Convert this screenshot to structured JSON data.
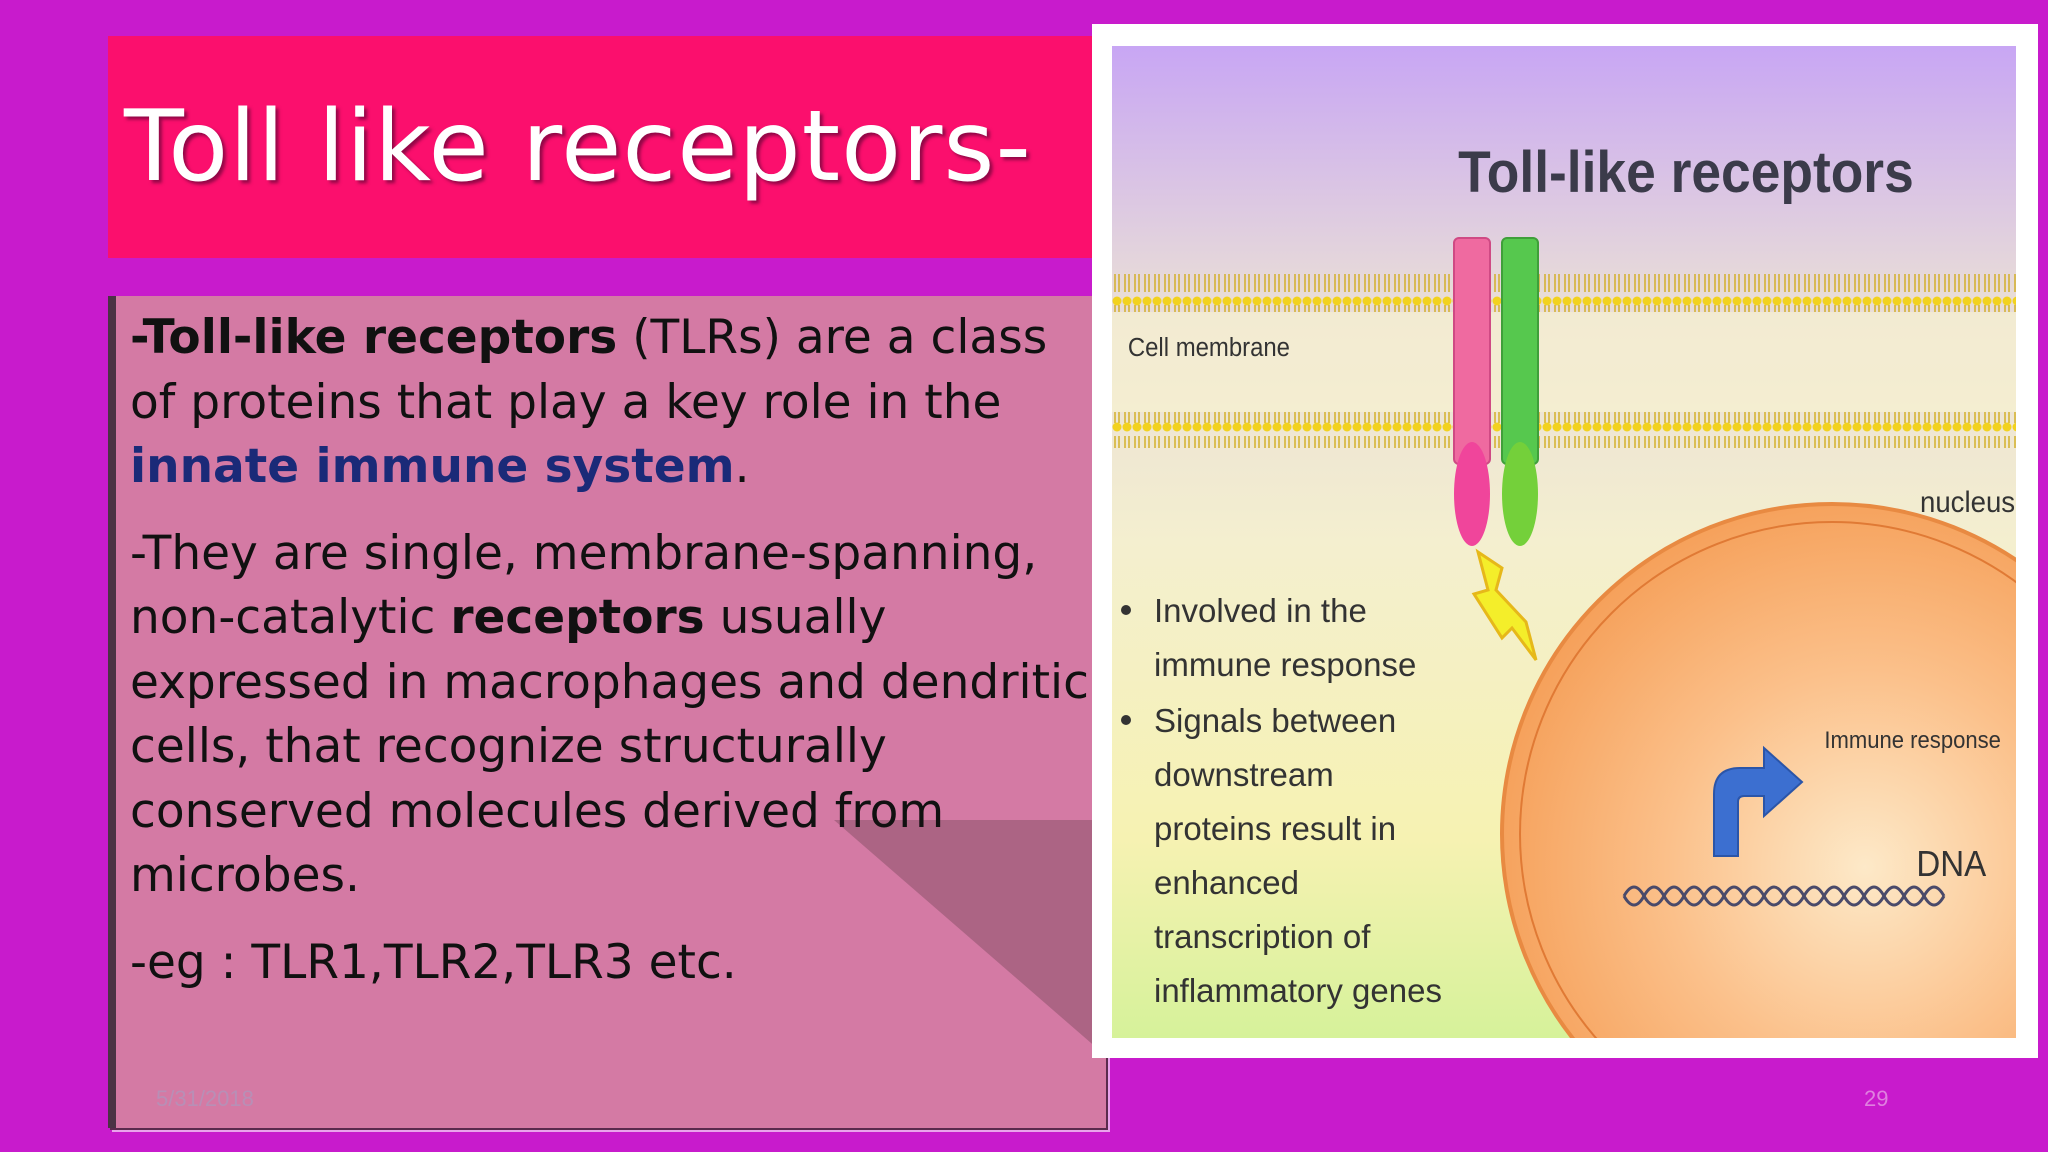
{
  "slide": {
    "title": "Toll like receptors-",
    "paragraph1": {
      "lead": "-Toll-like receptors",
      "rest": " (TLRs) are a class of proteins that play a key role in the ",
      "highlight": "innate immune system",
      "end": "."
    },
    "paragraph2": {
      "part1": "-They are single, membrane-spanning, non-catalytic ",
      "bold": "receptors",
      "part2": " usually expressed in macrophages and dendritic cells, that recognize structurally conserved molecules derived from microbes."
    },
    "paragraph3": "-eg : TLR1,TLR2,TLR3 etc.",
    "footer_date": "5/31/2018",
    "footer_page": "29"
  },
  "figure": {
    "title": "Toll-like receptors",
    "cell_membrane_label": "Cell membrane",
    "nucleus_label": "nucleus",
    "bullets": [
      [
        "Involved in the",
        "immune response"
      ],
      [
        "Signals between",
        "downstream",
        "proteins result in",
        "enhanced",
        "transcription of",
        "inflammatory genes"
      ]
    ],
    "immune_response_label": "Immune response",
    "dna_label": "DNA"
  },
  "colors": {
    "background": "#c81bcc",
    "title_bar": "#fb0f6d",
    "text_panel": "#d47aa4",
    "highlight_text": "#1a2a78",
    "receptor_pink": "#ef6aa0",
    "receptor_green": "#56c84e",
    "nucleus_orange": "#f7a55a"
  }
}
